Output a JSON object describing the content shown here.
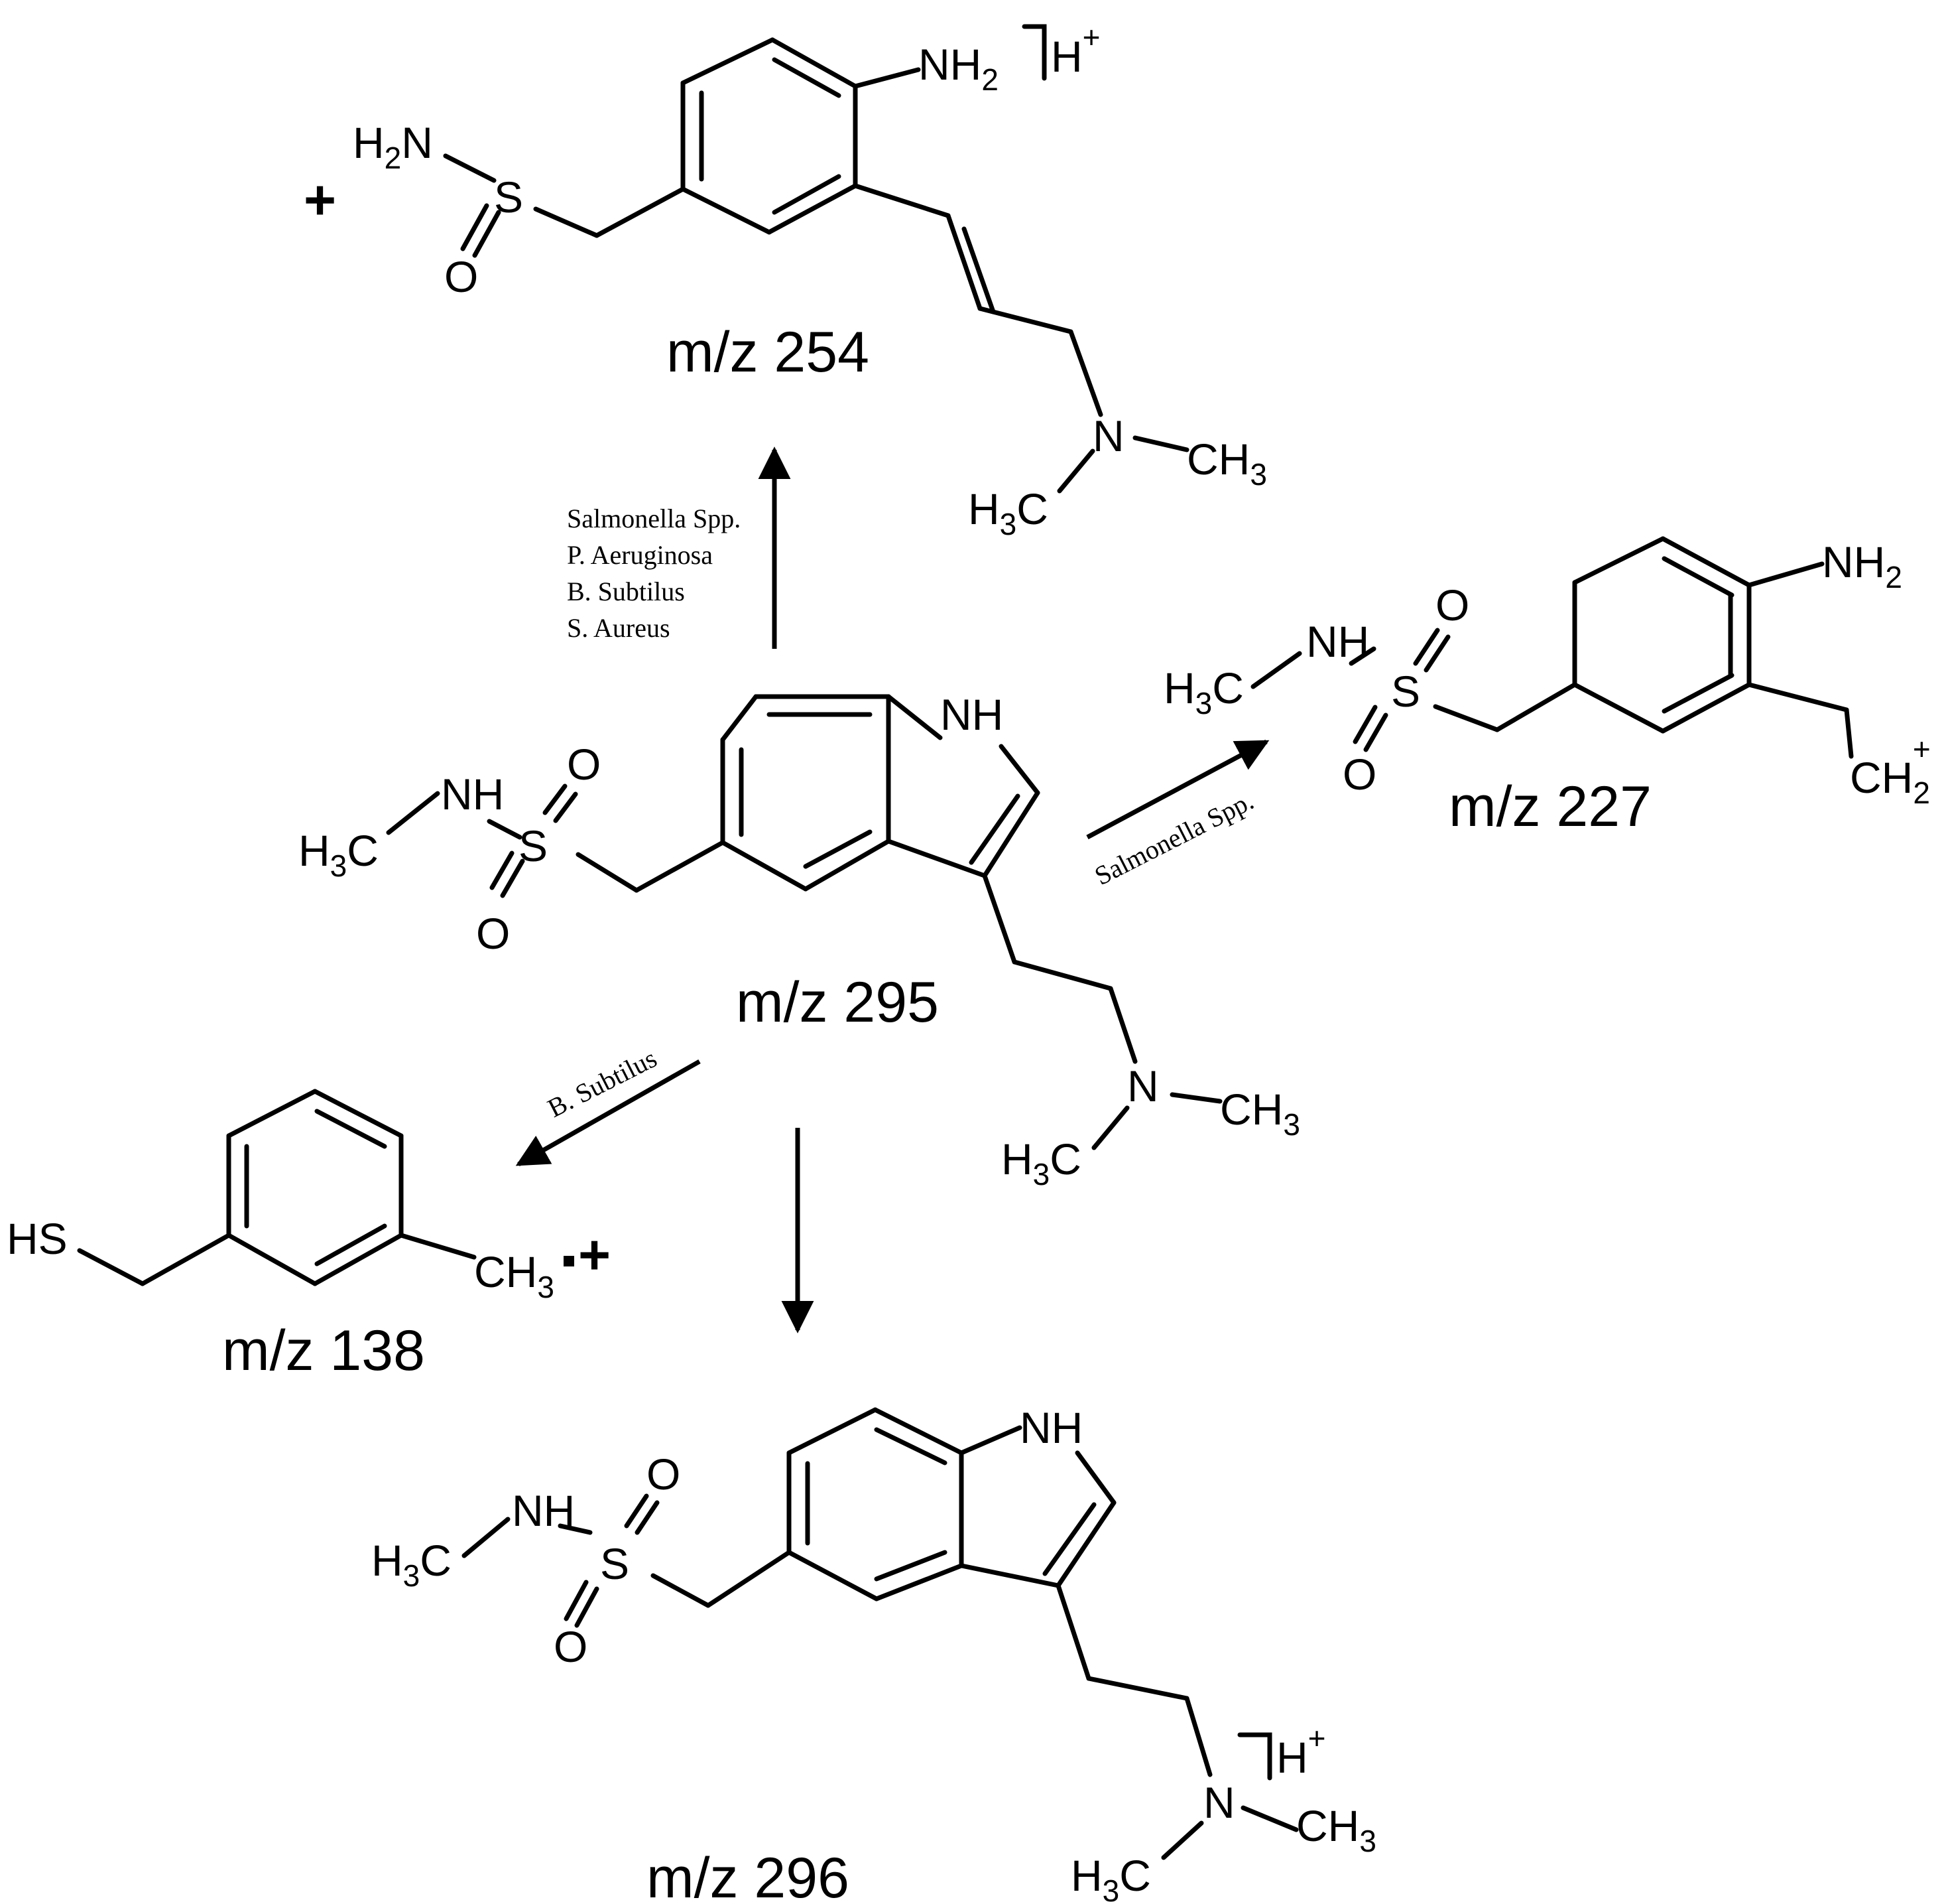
{
  "compounds": {
    "c295": {
      "mz": "m/z 295",
      "nh": "NH",
      "h3c": "H",
      "h3c_sub": "3",
      "h3c_c": "C",
      "s": "S",
      "o1": "O",
      "o2": "O",
      "ring_nh": "NH",
      "n": "N",
      "ch3": "CH",
      "ch3_sub": "3",
      "h3c2": "H",
      "h3c2_sub": "3",
      "h3c2_c": "C"
    },
    "c254": {
      "mz": "m/z 254",
      "plus": "+",
      "h2n_h": "H",
      "h2n_sub": "2",
      "h2n_n": "N",
      "s": "S",
      "o": "O",
      "nh2": "NH",
      "nh2_sub": "2",
      "hplus": "H",
      "hplus_sup": "+",
      "n": "N",
      "ch3": "CH",
      "ch3_sub": "3",
      "h3c": "H",
      "h3c_sub": "3",
      "h3c_c": "C"
    },
    "c227": {
      "mz": "m/z 227",
      "nh": "NH",
      "h3c": "H",
      "h3c_sub": "3",
      "h3c_c": "C",
      "s": "S",
      "o1": "O",
      "o2": "O",
      "nh2": "NH",
      "nh2_sub": "2",
      "ch2": "CH",
      "ch2_sub": "2",
      "ch2_sup": "+"
    },
    "c138": {
      "mz": "m/z 138",
      "hs": "HS",
      "ch3": "CH",
      "ch3_sub": "3",
      "radical_cation": "+"
    },
    "c296": {
      "mz": "m/z 296",
      "nh": "NH",
      "h3c": "H",
      "h3c_sub": "3",
      "h3c_c": "C",
      "s": "S",
      "o1": "O",
      "o2": "O",
      "ring_nh": "NH",
      "n": "N",
      "hplus": "H",
      "hplus_sup": "+",
      "ch3": "CH",
      "ch3_sub": "3",
      "h3c2": "H",
      "h3c2_sub": "3",
      "h3c2_c": "C"
    }
  },
  "arrows": {
    "to_254": {
      "organisms": [
        "Salmonella Spp.",
        "P. Aeruginosa",
        "B. Subtilus",
        "S. Aureus"
      ]
    },
    "to_227": {
      "label": "Salmonella Spp."
    },
    "to_138": {
      "label": "B. Subtilus"
    },
    "to_296": {
      "label": ""
    }
  }
}
